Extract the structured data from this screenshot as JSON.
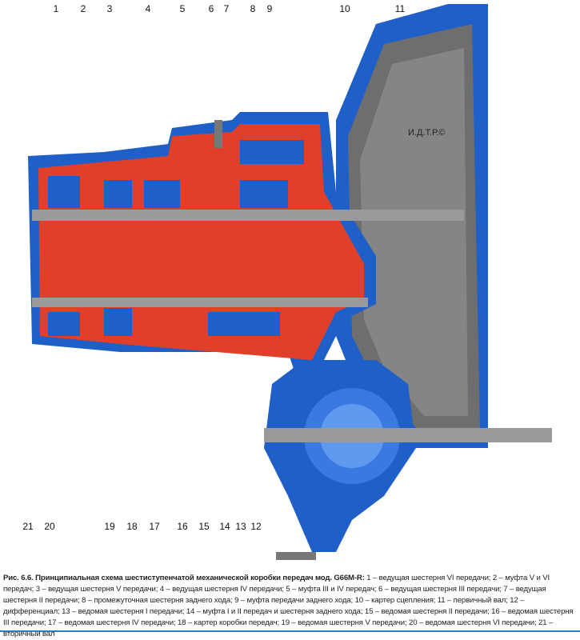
{
  "figure": {
    "top_labels": [
      "1",
      "2",
      "3",
      "4",
      "5",
      "6",
      "7",
      "8",
      "9",
      "10",
      "11"
    ],
    "bottom_labels": [
      "21",
      "20",
      "19",
      "18",
      "17",
      "16",
      "15",
      "14",
      "13",
      "12"
    ],
    "watermark": "И.Д.Т.Р.©",
    "colors": {
      "housing": "#1f5fc8",
      "interior": "#e0402a",
      "shaft": "#9a9a9a",
      "bell": "#6e6e6e"
    }
  },
  "caption": {
    "title": "Рис. 6.6. Принципиальная схема шестиступенчатой механической коробки передач мод. G66M-R:",
    "text": "1 – ведущая шестерня VI передачи; 2 – муфта V и VI передач; 3 – ведущая шестерня V передачи; 4 – ведущая шестерня IV передачи; 5 – муфта III и IV передач; 6 – ведущая шестерня III передачи; 7 – ведущая шестерня II передачи; 8 – промежуточная шестерня заднего хода; 9 – муфта передачи заднего хода; 10 – картер сцепления; 11 – первичный вал; 12 – дифференциал; 13 – ведомая шестерня I передачи; 14 – муфта I и II передач и шестерня заднего хода; 15 – ведомая шестерня II передачи; 16 – ведомая шестерня III передачи; 17 – ведомая шестерня IV передачи; 18 – картер коробки передач; 19 – ведомая шестерня V передачи; 20 – ведомая шестерня VI передачи; 21 – вторичный вал"
  }
}
